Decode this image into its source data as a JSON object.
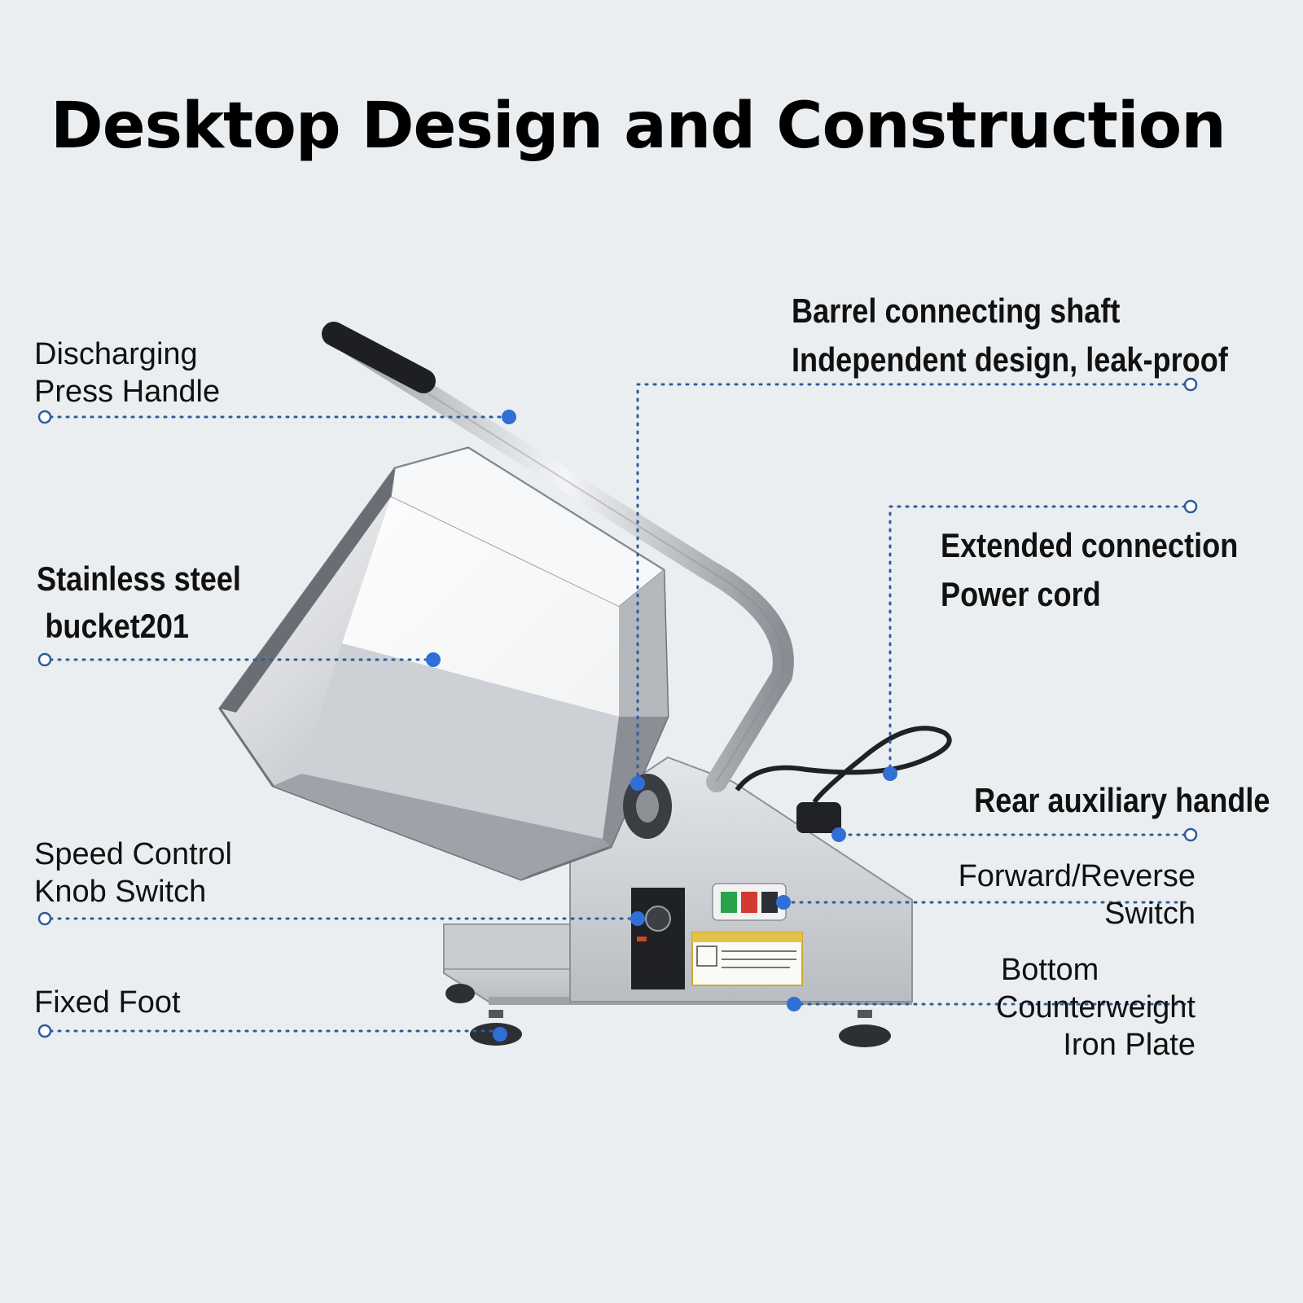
{
  "title": "Desktop Design and Construction",
  "accent_color": "#2f6fd6",
  "callouts": {
    "discharging_handle": [
      "Discharging",
      "Press Handle"
    ],
    "stainless_bucket": [
      "Stainless steel",
      "bucket201"
    ],
    "speed_knob": [
      "Speed Control",
      "Knob Switch"
    ],
    "fixed_foot": [
      "Fixed Foot"
    ],
    "barrel_shaft": [
      "Barrel connecting shaft",
      "Independent design, leak-proof"
    ],
    "power_cord": [
      "Extended connection",
      "Power cord"
    ],
    "rear_handle": [
      "Rear auxiliary handle"
    ],
    "fr_switch": [
      "Forward/Reverse",
      "Switch"
    ],
    "counterweight": [
      "Bottom",
      "Counterweight",
      "Iron Plate"
    ]
  }
}
